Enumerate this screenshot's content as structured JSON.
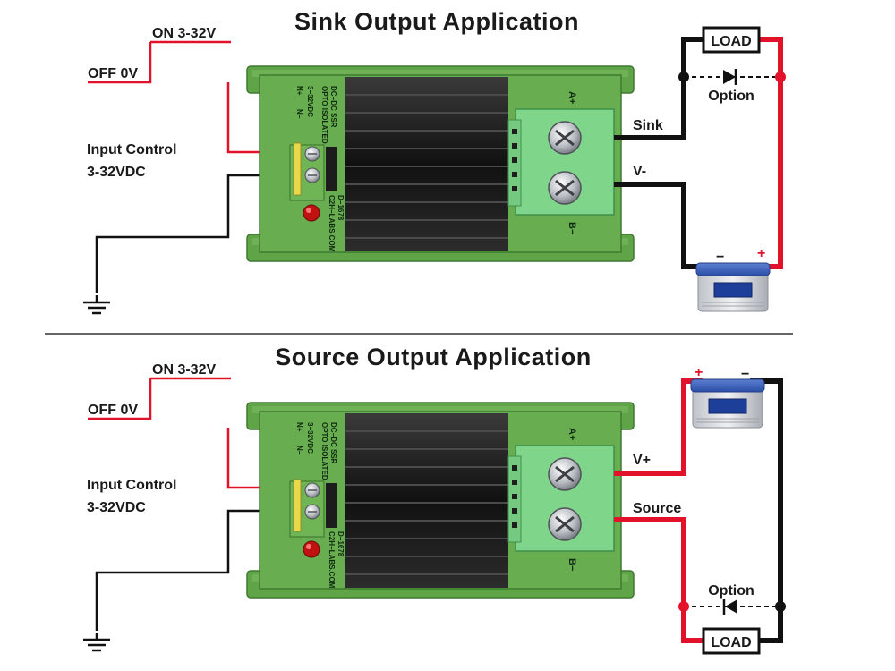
{
  "colors": {
    "red_wire": "#e2122b",
    "black_wire": "#111111",
    "pcb_green": "#5fa548",
    "terminal_green": "#7fd68a",
    "heatsink": "#1b1b1b",
    "battery_blue": "#2b56b8"
  },
  "sections": [
    {
      "title": "Sink Output Application",
      "on_label": "ON 3-32V",
      "off_label": "OFF 0V",
      "input_line1": "Input Control",
      "input_line2": "3-32VDC",
      "upper_wire_label": "Sink",
      "lower_wire_label": "V-",
      "load_label": "LOAD",
      "option_label": "Option",
      "battery_minus": "−",
      "battery_plus": "+"
    },
    {
      "title": "Source Output Application",
      "on_label": "ON 3-32V",
      "off_label": "OFF 0V",
      "input_line1": "Input Control",
      "input_line2": "3-32VDC",
      "upper_wire_label": "V+",
      "lower_wire_label": "Source",
      "load_label": "LOAD",
      "option_label": "Option",
      "battery_minus": "−",
      "battery_plus": "+"
    }
  ],
  "board": {
    "input_pin1": "N+",
    "input_pin2": "N−",
    "voltage_marking": "3−32VDC",
    "opto_line1": "OPTO ISOLATED",
    "opto_line2": "DC−DC SSR",
    "model_line1": "C2H−LABS.COM",
    "model_line2": "D−1678",
    "terminal_a": "A+",
    "terminal_b": "B−"
  }
}
